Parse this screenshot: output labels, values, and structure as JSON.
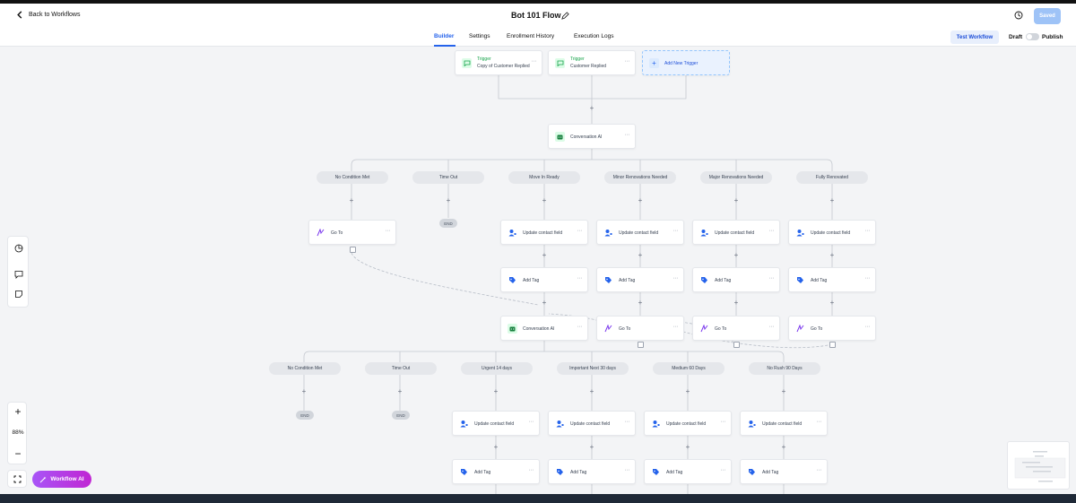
{
  "header": {
    "back_label": "Back to Workflows",
    "title": "Bot 101 Flow",
    "saved_label": "Saved"
  },
  "tabs": {
    "items": [
      "Builder",
      "Settings",
      "Enrollment History",
      "Execution Logs"
    ],
    "active": "Builder"
  },
  "toolbar": {
    "test_label": "Test Workflow",
    "draft_label": "Draft",
    "publish_label": "Publish"
  },
  "triggers": [
    {
      "title": "Trigger",
      "subtitle": "Copy of Customer Replied"
    },
    {
      "title": "Trigger",
      "subtitle": "Customer Replied"
    }
  ],
  "add_trigger_label": "Add New Trigger",
  "conversation_ai_1": "Conversation AI",
  "branches_1": [
    "No Condition Met",
    "Time Out",
    "Move In Ready",
    "Minor Renovations Needed",
    "Major Renovations Needed",
    "Fully Renovated"
  ],
  "goto_label": "Go To",
  "end_label": "END",
  "update_field_label": "Update contact field",
  "add_tag_label": "Add Tag",
  "conversation_ai_2": "Conversation AI",
  "branches_2": [
    "No Condition Met",
    "Time Out",
    "Urgent 14 days",
    "Important Next 30 days",
    "Medium 60 Days",
    "No Rush 90 Days"
  ],
  "zoom": {
    "level": "88%",
    "plus": "+",
    "minus": "−"
  },
  "workflow_ai_label": "Workflow AI",
  "colors": {
    "accent": "#2563eb",
    "trigger_green": "#16a34a",
    "contact_blue": "#2563eb",
    "goto_purple": "#7c3aed",
    "ai_green": "#15803d"
  },
  "icons": {
    "trigger": "chat-icon",
    "conversation_ai": "robot-icon",
    "update_field": "user-edit-icon",
    "tag": "tag-icon",
    "goto": "goto-icon"
  }
}
